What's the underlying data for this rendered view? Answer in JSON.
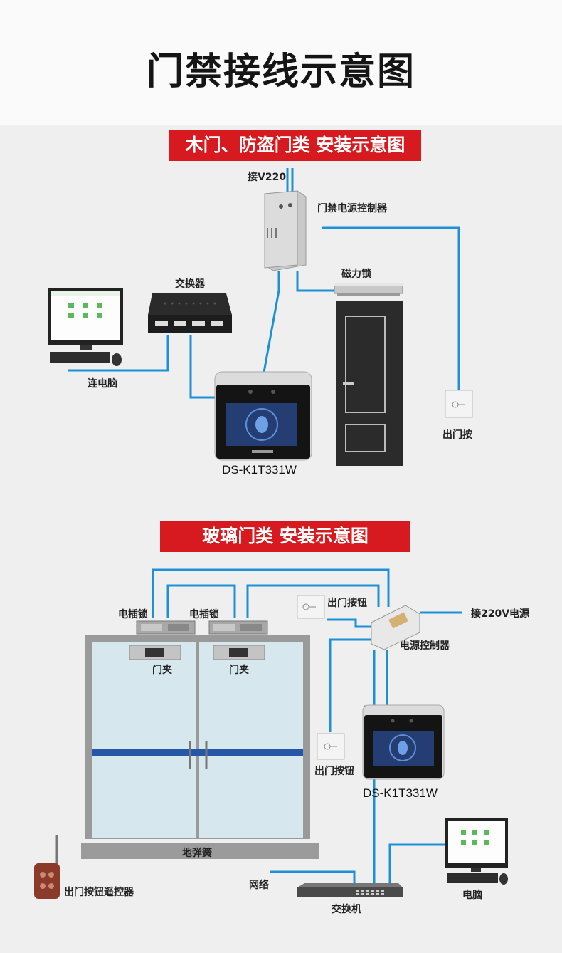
{
  "title": "门禁接线示意图",
  "accent_color": "#d71a1f",
  "cable_color": "#1e90d6",
  "section1": {
    "banner": "木门、防盗门类 安装示意图",
    "labels": {
      "power_in": "接V220",
      "controller": "门禁电源控制器",
      "switch": "交换器",
      "maglock": "磁力锁",
      "computer": "连电脑",
      "exit_button": "出门按",
      "model": "DS-K1T331W"
    },
    "icons": [
      "power-controller-box",
      "network-switch",
      "monitor",
      "magnetic-lock",
      "door",
      "face-terminal",
      "exit-button"
    ]
  },
  "section2": {
    "banner": "玻璃门类 安装示意图",
    "labels": {
      "lock_left": "电插锁",
      "lock_right": "电插锁",
      "exit_button_top": "出门按钮",
      "power_in": "接220V电源",
      "power_controller": "电源控制器",
      "clamp_left": "门夹",
      "clamp_right": "门夹",
      "exit_button_mid": "出门按钮",
      "model": "DS-K1T331W",
      "floor_spring": "地弹簧",
      "remote": "出门按钮遥控器",
      "network": "网络",
      "switch": "交换机",
      "computer": "电脑"
    },
    "icons": [
      "electric-bolt-lock",
      "glass-door-clamp",
      "glass-double-door",
      "floor-spring",
      "remote-control",
      "network-switch",
      "monitor",
      "face-terminal",
      "exit-button",
      "power-controller"
    ]
  }
}
